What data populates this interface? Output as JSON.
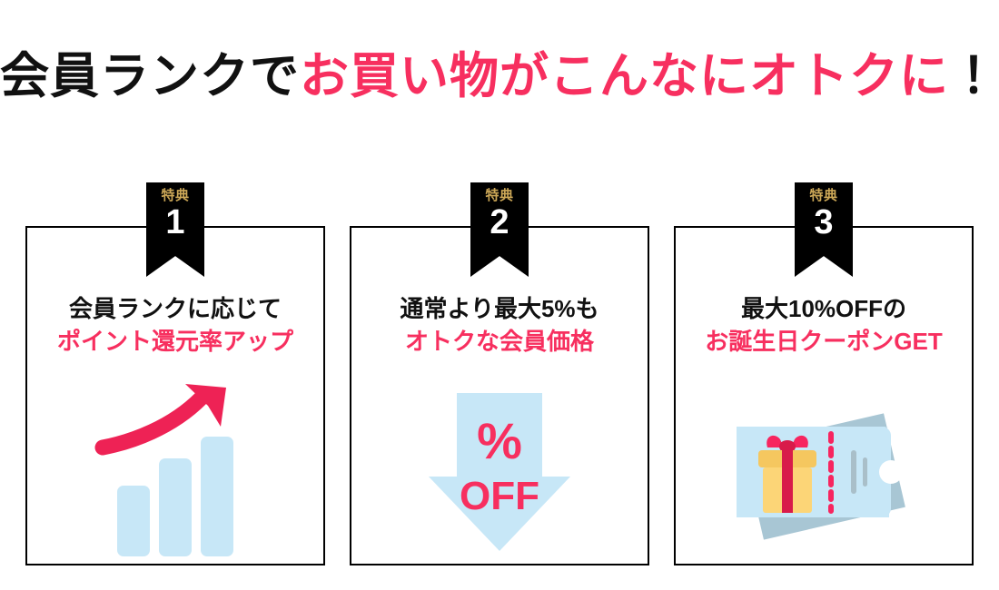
{
  "headline": {
    "part_black_1": "会員ランクで",
    "part_pink": "お買い物がこんなにオトクに",
    "part_black_2": "！"
  },
  "colors": {
    "pink": "#f72f5f",
    "black": "#111111",
    "gold": "#cda857",
    "light_blue": "#c7e7f7",
    "ticket_back_blue": "#a8c6d4",
    "gift_yellow": "#fcd577",
    "gift_lid_yellow": "#f5c75f",
    "barcode_gray": "#a9bfc9",
    "card_border": "#000000",
    "background": "#ffffff"
  },
  "cards": [
    {
      "ribbon_label": "特典",
      "ribbon_number": "1",
      "line1": "会員ランクに応じて",
      "line2": "ポイント還元率アップ",
      "icon": "growth-chart-icon"
    },
    {
      "ribbon_label": "特典",
      "ribbon_number": "2",
      "line1": "通常より最大5%も",
      "line2": "オトクな会員価格",
      "icon": "percent-off-arrow-icon",
      "icon_text_top": "%",
      "icon_text_bottom": "OFF"
    },
    {
      "ribbon_label": "特典",
      "ribbon_number": "3",
      "line1": "最大10%OFFの",
      "line2": "お誕生日クーポンGET",
      "icon": "gift-coupon-ticket-icon"
    }
  ]
}
